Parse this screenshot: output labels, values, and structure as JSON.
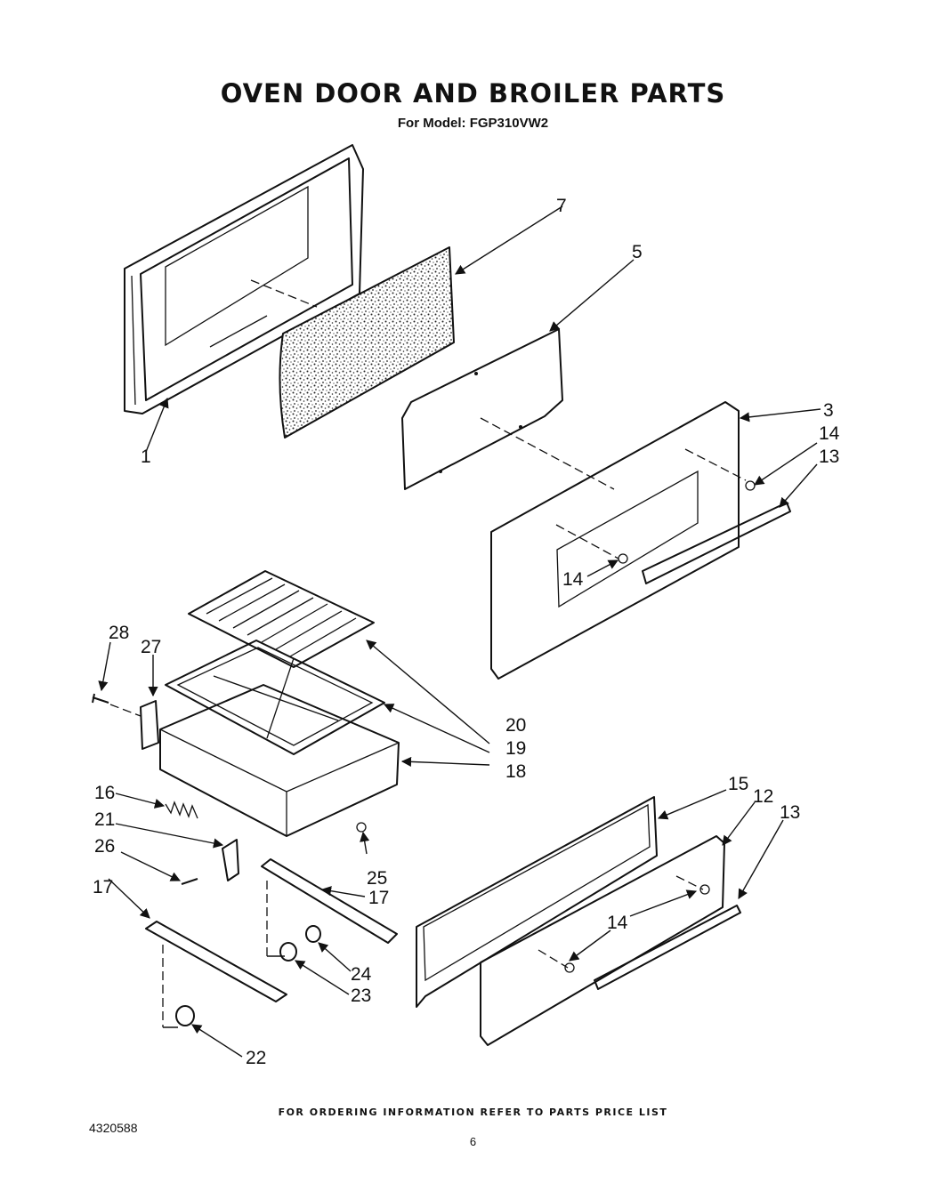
{
  "header": {
    "title": "OVEN DOOR AND BROILER PARTS",
    "subtitle": "For Model: FGP310VW2"
  },
  "footer": {
    "ordering_note": "FOR ORDERING INFORMATION REFER TO PARTS PRICE LIST",
    "document_number": "4320588",
    "page_number": "6"
  },
  "callouts": {
    "c1": "1",
    "c3": "3",
    "c5": "5",
    "c7": "7",
    "c12": "12",
    "c13a": "13",
    "c13b": "13",
    "c14a": "14",
    "c14b": "14",
    "c14c": "14",
    "c15": "15",
    "c16": "16",
    "c17a": "17",
    "c17b": "17",
    "c18": "18",
    "c19": "19",
    "c20": "20",
    "c21": "21",
    "c22": "22",
    "c23": "23",
    "c24": "24",
    "c25": "25",
    "c26": "26",
    "c27": "27",
    "c28": "28"
  }
}
